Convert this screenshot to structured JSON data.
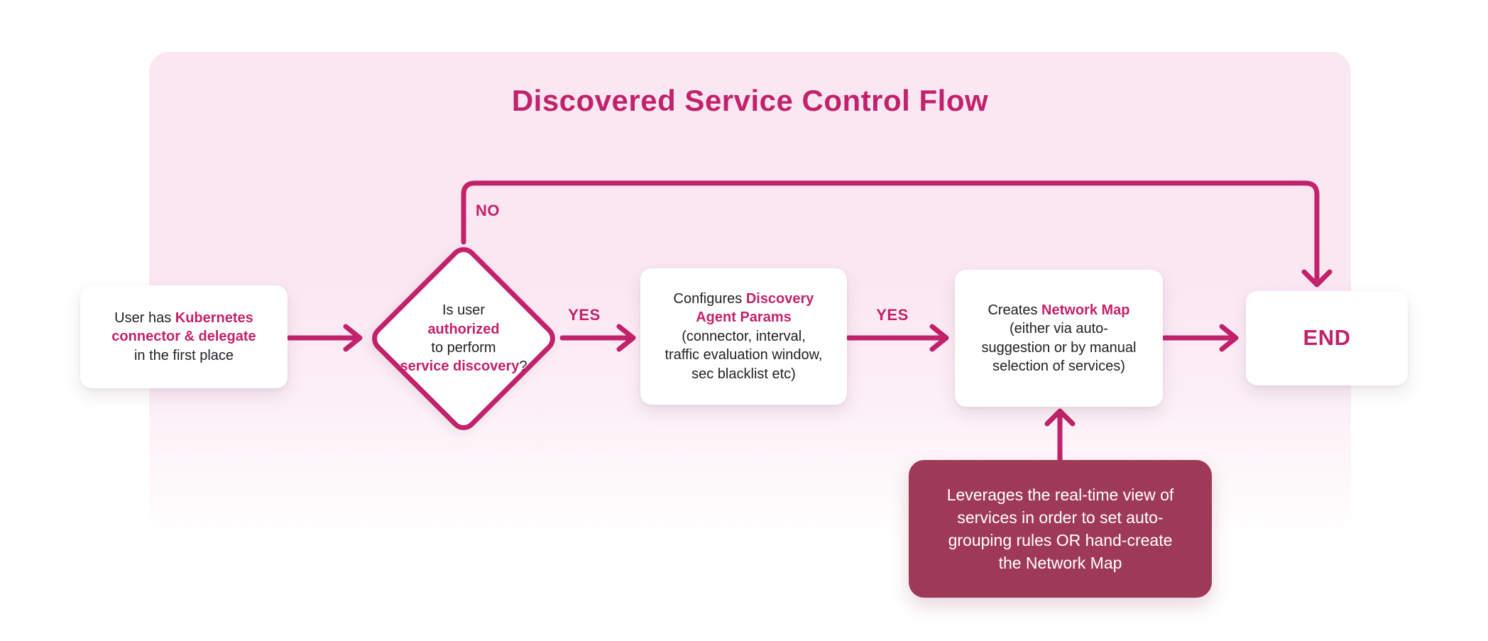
{
  "colors": {
    "accent": "#C2226B",
    "panel_top": "#FBE7F2",
    "panel_bottom": "#FFFEFE",
    "note_bg": "#9E3A58",
    "note_text": "#FFFFFF",
    "box_bg": "#FFFFFF",
    "text": "#212126"
  },
  "title": "Discovered Service Control Flow",
  "edges": {
    "no_label": "NO",
    "yes1_label": "YES",
    "yes2_label": "YES"
  },
  "nodes": {
    "start": {
      "segments": [
        {
          "t": "User has "
        },
        {
          "t": "Kubernetes",
          "em": true
        },
        {
          "br": true
        },
        {
          "t": "connector & delegate",
          "em": true
        },
        {
          "br": true
        },
        {
          "t": "in the first place"
        }
      ]
    },
    "decision": {
      "segments": [
        {
          "t": "Is user"
        },
        {
          "br": true
        },
        {
          "t": "authorized",
          "em": true
        },
        {
          "br": true
        },
        {
          "t": "to perform"
        },
        {
          "br": true
        },
        {
          "t": "service discovery",
          "em": true
        },
        {
          "t": "?"
        }
      ]
    },
    "configure": {
      "segments": [
        {
          "t": "Configures "
        },
        {
          "t": "Discovery",
          "em": true
        },
        {
          "br": true
        },
        {
          "t": "Agent Params",
          "em": true
        },
        {
          "br": true
        },
        {
          "t": "(connector, interval,"
        },
        {
          "br": true
        },
        {
          "t": "traffic evaluation window,"
        },
        {
          "br": true
        },
        {
          "t": "sec blacklist etc)"
        }
      ]
    },
    "create": {
      "segments": [
        {
          "t": "Creates "
        },
        {
          "t": "Network Map",
          "em": true
        },
        {
          "br": true
        },
        {
          "t": "(either via auto-"
        },
        {
          "br": true
        },
        {
          "t": "suggestion or by manual"
        },
        {
          "br": true
        },
        {
          "t": "selection of services)"
        }
      ]
    },
    "end": {
      "label": "END"
    },
    "note": {
      "segments": [
        {
          "t": "Leverages the real-time view of"
        },
        {
          "br": true
        },
        {
          "t": "services in order to set auto-"
        },
        {
          "br": true
        },
        {
          "t": "grouping rules OR hand-create"
        },
        {
          "br": true
        },
        {
          "t": "the Network Map"
        }
      ]
    }
  }
}
